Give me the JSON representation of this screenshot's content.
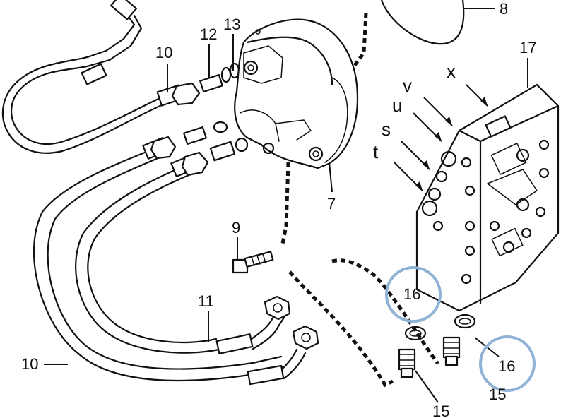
{
  "labels": {
    "n7": "7",
    "n8": "8",
    "n9": "9",
    "n10_top": "10",
    "n10_left": "10",
    "n11": "11",
    "n12": "12",
    "n13": "13",
    "n15_left": "15",
    "n15_right": "15",
    "n16_left": "16",
    "n16_right": "16",
    "n17": "17",
    "port_x": "x",
    "port_v": "v",
    "port_u": "u",
    "port_s": "s",
    "port_t": "t"
  },
  "colors": {
    "line": "#111111",
    "highlight": "#8fb3d6"
  }
}
